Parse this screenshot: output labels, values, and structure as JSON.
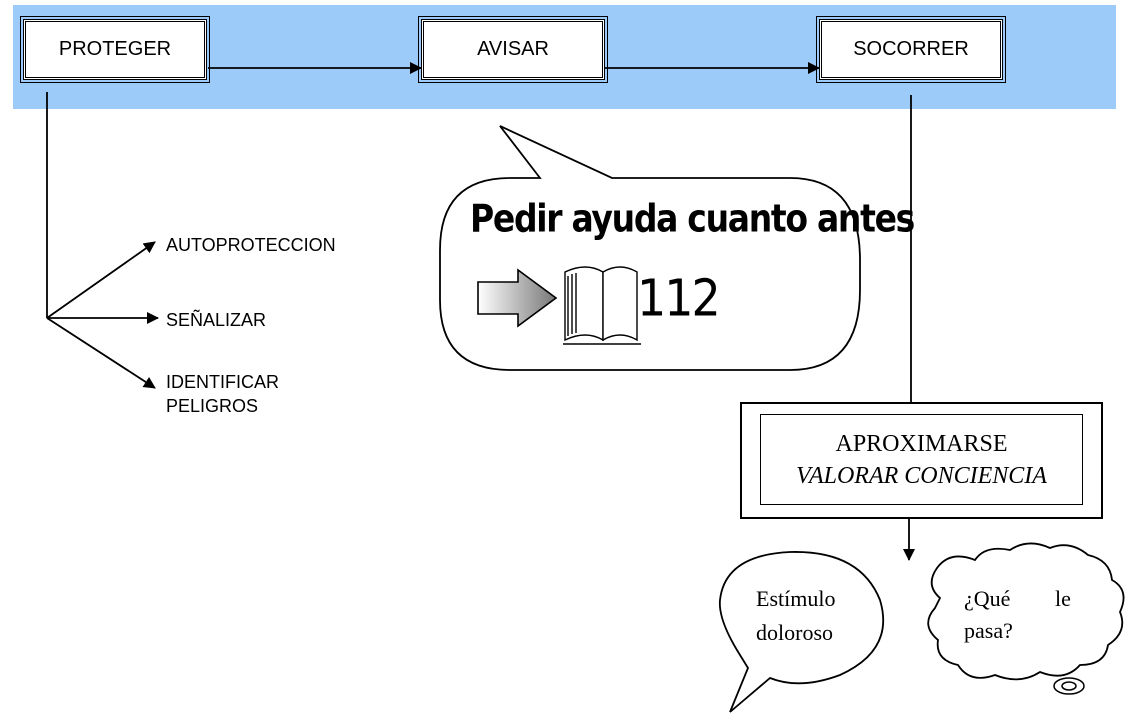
{
  "steps": {
    "protect": "PROTEGER",
    "alert": "AVISAR",
    "help": "SOCORRER"
  },
  "protect_actions": {
    "self": "AUTOPROTECCION",
    "signal": "SEÑALIZAR",
    "hazards_line1": "IDENTIFICAR",
    "hazards_line2": "PELIGROS"
  },
  "callout": {
    "headline": "Pedir ayuda cuanto antes",
    "number": "112",
    "icons": [
      "arrow-right-icon",
      "book-icon"
    ]
  },
  "assess": {
    "line1": "APROXIMARSE",
    "line2": "VALORAR CONCIENCIA"
  },
  "bubbles": {
    "stimulus_line1": "Estímulo",
    "stimulus_line2": "doloroso",
    "question_word1": "¿Qué",
    "question_word2": "le",
    "question_line2": "pasa?"
  },
  "colors": {
    "band": "#9ccbf9",
    "ink": "#000000"
  }
}
